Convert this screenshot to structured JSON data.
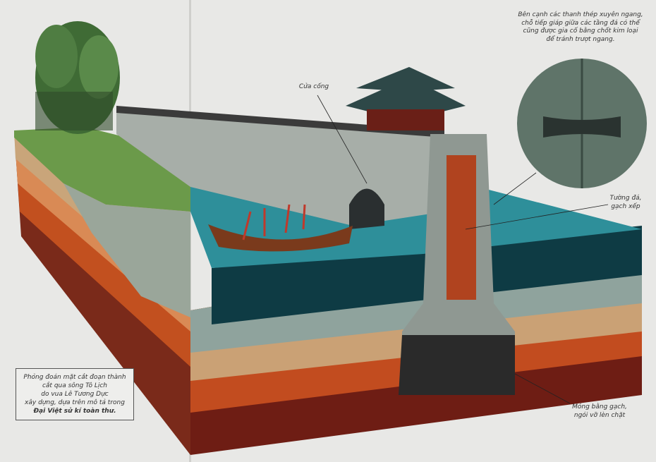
{
  "labels": {
    "top_note": [
      "Bên cạnh các thanh thép xuyên ngang,",
      "chỗ tiếp giáp giữa các tầng đá có thể",
      "cũng được gia cố bằng chốt kim loại",
      "để tránh trượt ngang."
    ],
    "gate": "Cửa cống",
    "wall": [
      "Tường đá,",
      "gạch xếp"
    ],
    "foundation": [
      "Móng bằng gạch,",
      "ngói vỡ lèn chặt"
    ]
  },
  "caption": {
    "lines": [
      "Phỏng đoán mặt cắt đoạn thành",
      "cắt qua sông Tô Lịch",
      "do vua Lê Tương Dực",
      "xây dựng, dựa trên mô tả trong"
    ],
    "source": "Đại Việt sử kí toàn thư."
  }
}
